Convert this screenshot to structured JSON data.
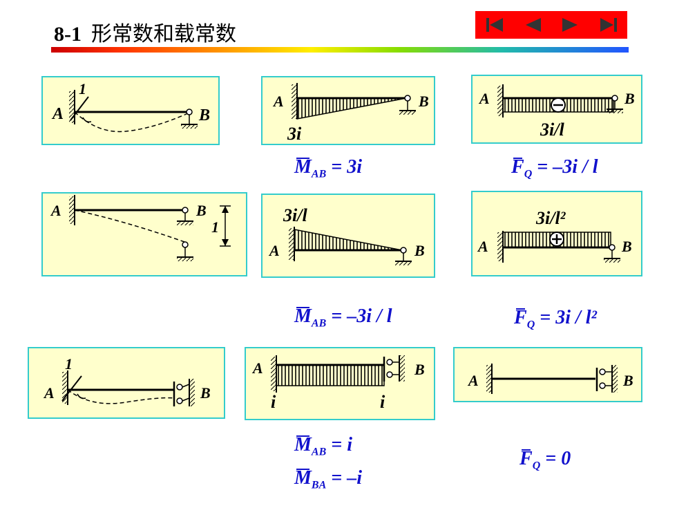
{
  "header": {
    "section_number": "8-1",
    "title": "形常数和载常数"
  },
  "nav": {
    "buttons": [
      "first",
      "previous",
      "next",
      "last"
    ],
    "color": "#ff0000"
  },
  "labels": {
    "a": "A",
    "b": "B",
    "one": "1",
    "three_i": "3i",
    "three_i_over_l": "3i/l",
    "three_i_over_l2": "3i/l²",
    "i": "i"
  },
  "formulas": {
    "r1c2": {
      "sym": "M",
      "sub": "AB",
      "rhs": "= 3i"
    },
    "r1c3": {
      "sym": "F",
      "sub": "Q",
      "rhs": "= –3i / l"
    },
    "r2c2": {
      "sym": "M",
      "sub": "AB",
      "rhs": "= –3i / l"
    },
    "r2c3": {
      "sym": "F",
      "sub": "Q",
      "rhs": "= 3i / l²"
    },
    "r3c2a": {
      "sym": "M",
      "sub": "AB",
      "rhs": "= i"
    },
    "r3c2b": {
      "sym": "M",
      "sub": "BA",
      "rhs": "= –i"
    },
    "r3c3": {
      "sym": "F",
      "sub": "Q",
      "rhs": "= 0"
    }
  },
  "colors": {
    "panel_bg": "#ffffcc",
    "panel_border": "#33cccc",
    "formula": "#1111cc"
  }
}
